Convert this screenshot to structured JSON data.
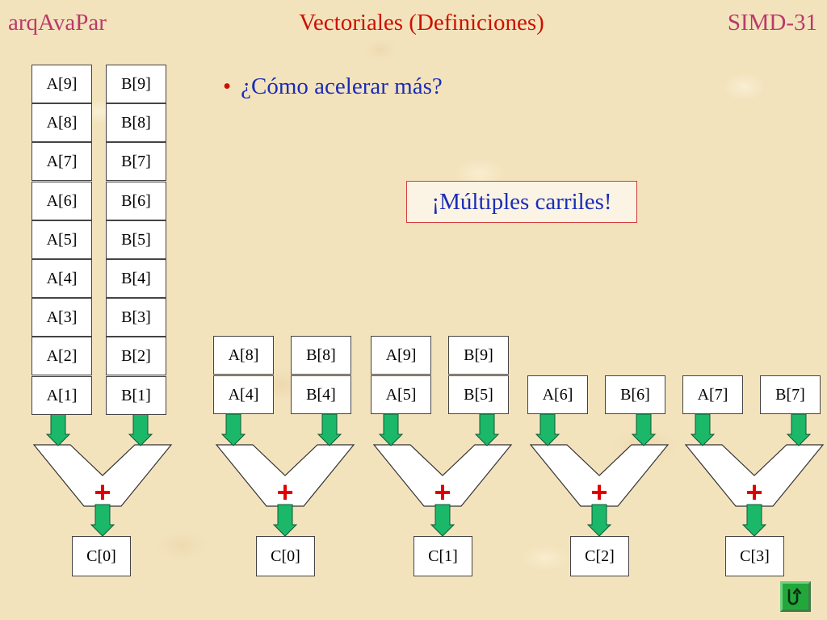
{
  "header": {
    "left": "arqAvaPar",
    "title": "Vectoriales (Definiciones)",
    "right": "SIMD-31"
  },
  "bullet": "¿Cómo acelerar más?",
  "callout": "¡Múltiples carriles!",
  "single_lane": {
    "a_column": [
      "A[9]",
      "A[8]",
      "A[7]",
      "A[6]",
      "A[5]",
      "A[4]",
      "A[3]",
      "A[2]",
      "A[1]"
    ],
    "b_column": [
      "B[9]",
      "B[8]",
      "B[7]",
      "B[6]",
      "B[5]",
      "B[4]",
      "B[3]",
      "B[2]",
      "B[1]"
    ],
    "operator": "+",
    "output": "C[0]"
  },
  "lanes": [
    {
      "a": [
        "A[8]",
        "A[4]"
      ],
      "b": [
        "B[8]",
        "B[4]"
      ],
      "operator": "+",
      "output": "C[0]"
    },
    {
      "a": [
        "A[9]",
        "A[5]"
      ],
      "b": [
        "B[9]",
        "B[5]"
      ],
      "operator": "+",
      "output": "C[1]"
    },
    {
      "a": [
        "A[6]"
      ],
      "b": [
        "B[6]"
      ],
      "operator": "+",
      "output": "C[2]"
    },
    {
      "a": [
        "A[7]"
      ],
      "b": [
        "B[7]"
      ],
      "operator": "+",
      "output": "C[3]"
    }
  ],
  "colors": {
    "arrow_fill": "#1bb86a",
    "operator": "#e00000",
    "adder_fill": "#ffffff",
    "title": "#cc1100",
    "text_blue": "#1a2db8"
  },
  "nav_icon": "return-arrow-icon"
}
